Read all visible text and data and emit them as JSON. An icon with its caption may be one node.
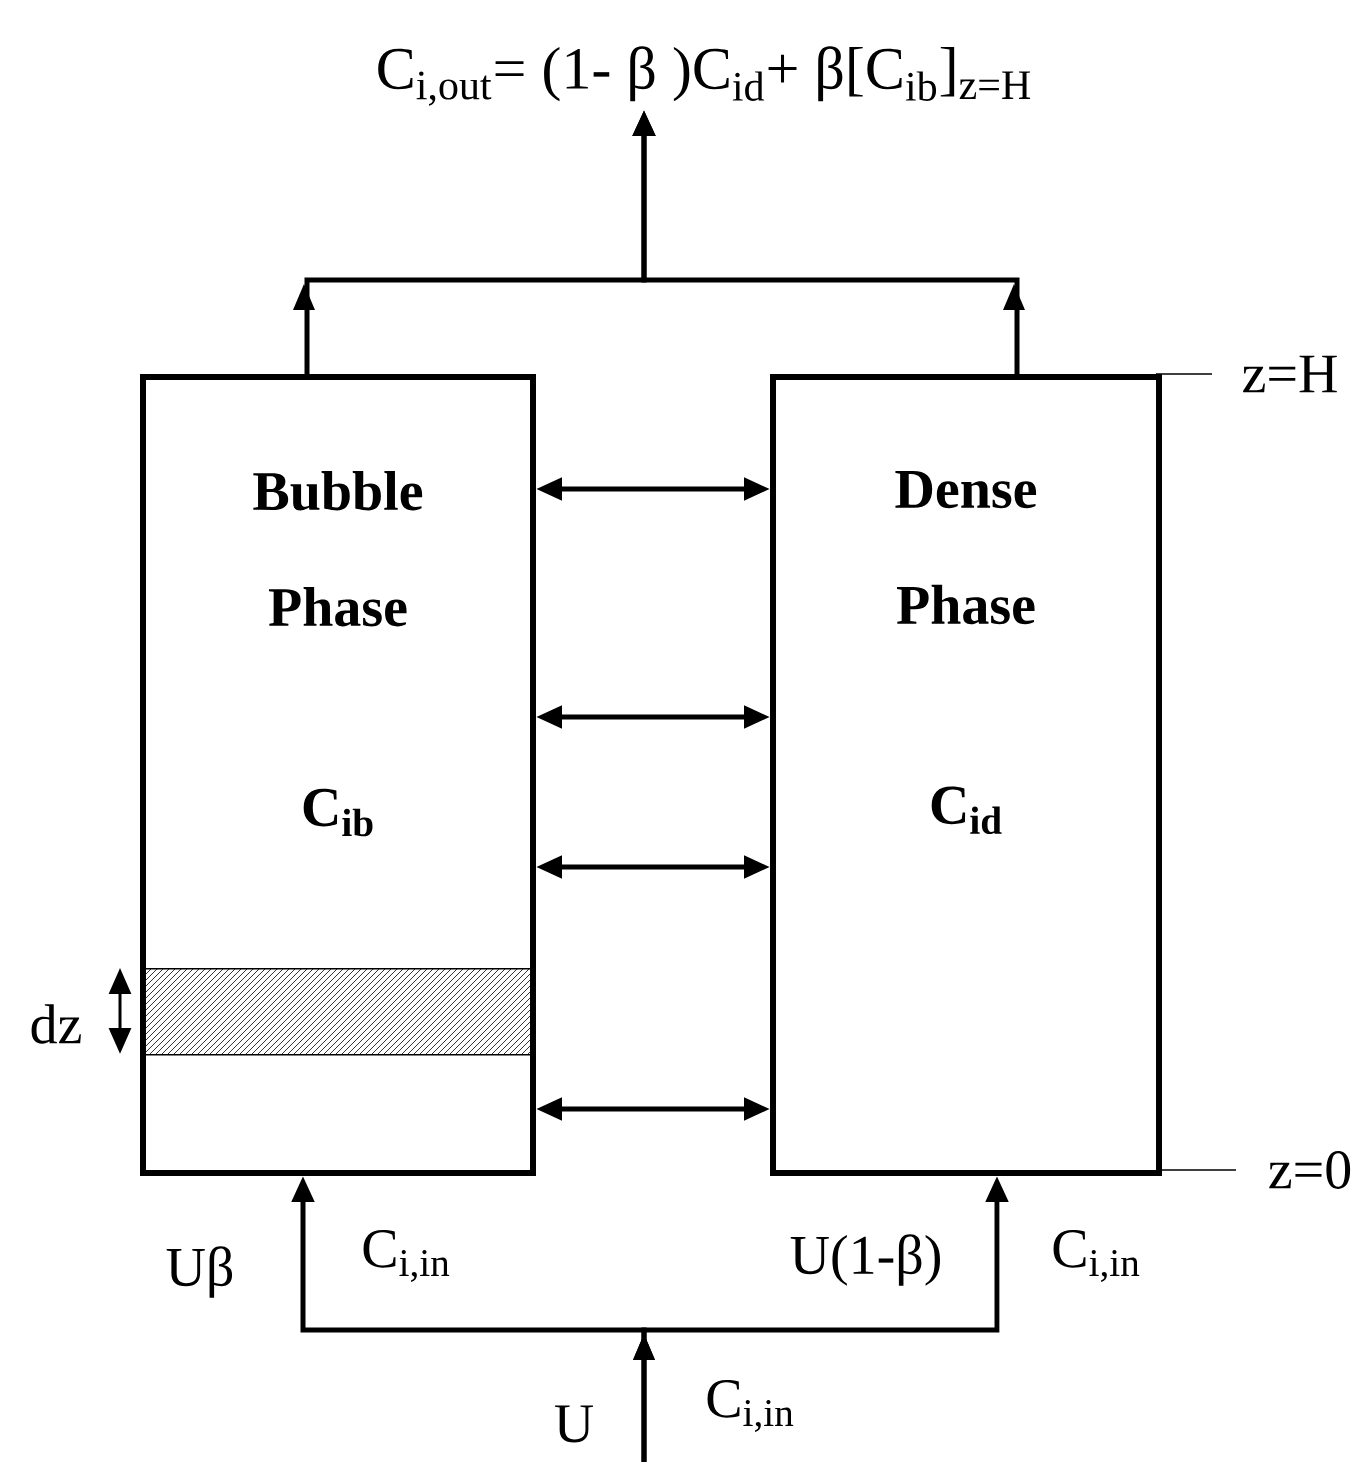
{
  "diagram": {
    "nodes": [
      {
        "text": [
          "Bubble Phase",
          "C$_{ib}$"
        ]
      },
      {
        "text": [
          "Dense Phase",
          "C$_{id}$"
        ]
      },
      {
        "text": [
          "C$_{i,out}$= (1- β )C$_{id}$+ β[C$_{ib}$]$_{z=H}$"
        ]
      },
      {
        "text": [],
        "shape": "bar",
        "in": 0
      }
    ],
    "edges": [
      {
        "from": null,
        "to": 0,
        "arrow": "to"
      },
      {
        "from": null,
        "to": 1,
        "arrow": "to"
      },
      {
        "from": 0,
        "to": 1,
        "arrow": "both"
      },
      {
        "from": 0,
        "to": 1,
        "arrow": "both"
      },
      {
        "from": 0,
        "to": 1,
        "arrow": "both"
      },
      {
        "from": 0,
        "to": 1,
        "arrow": "both"
      },
      {
        "from": 0,
        "to": 2,
        "arrow": "to"
      },
      {
        "from": 1,
        "to": 2,
        "arrow": "to"
      }
    ],
    "labels": [
      "z=H",
      "dz",
      "z=0",
      "Uβ",
      "C$_{i,in}$",
      "U(1-β)",
      "C$_{i,in}$",
      "U",
      "C$_{i,in}$"
    ]
  }
}
